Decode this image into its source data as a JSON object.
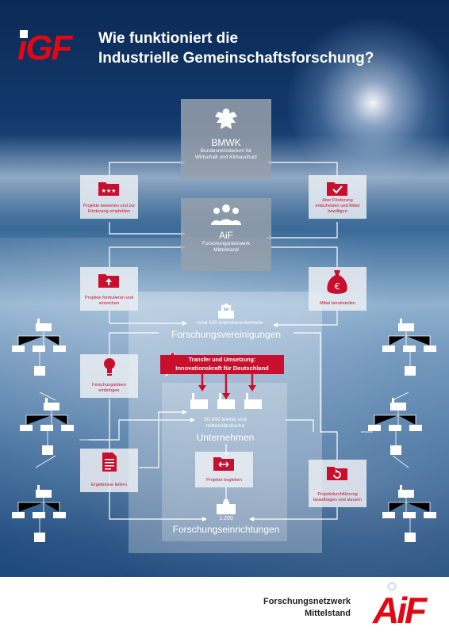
{
  "header": {
    "logo_text": "iGF",
    "title_line1": "Wie funktioniert die",
    "title_line2": "Industrielle Gemeinschaftsforschung?"
  },
  "bmwk": {
    "abbr": "BMWK",
    "full": "Bundesministerium für Wirtschaft und Klimaschutz"
  },
  "aif_box": {
    "abbr": "AiF",
    "full": "Forschungsnetzwerk Mittelstand"
  },
  "left_boxes": [
    {
      "label": "Projekte bewerten und zur Förderung empfehlen"
    },
    {
      "label": "Projekte formulieren und einreichen"
    },
    {
      "label": "Forschungsideen einbringen"
    },
    {
      "label": "Ergebnisse liefern"
    }
  ],
  "right_boxes": [
    {
      "label": "über Förderung entscheiden und Mittel bewilligen"
    },
    {
      "label": "Mittel bereitstellen"
    },
    {
      "label": "Projektdurchführung beauftragen und steuern"
    }
  ],
  "fv": {
    "count": "rund 100 branchenorientierte",
    "name": "Forschungsvereinigungen"
  },
  "banner": {
    "line1": "Transfer und Umsetzung:",
    "line2": "Innovationskraft für Deutschland"
  },
  "companies": {
    "count": "50.000 kleine und mittelständische",
    "name": "Unternehmen"
  },
  "projects_box": {
    "label": "Projekte begleiten"
  },
  "research": {
    "count": "1.200",
    "name": "Forschungseinrichtungen"
  },
  "footer": {
    "line1": "Forschungsnetzwerk",
    "line2": "Mittelstand",
    "logo_text": "AiF"
  },
  "colors": {
    "accent": "#c8102e",
    "logo_red": "#e30613"
  }
}
